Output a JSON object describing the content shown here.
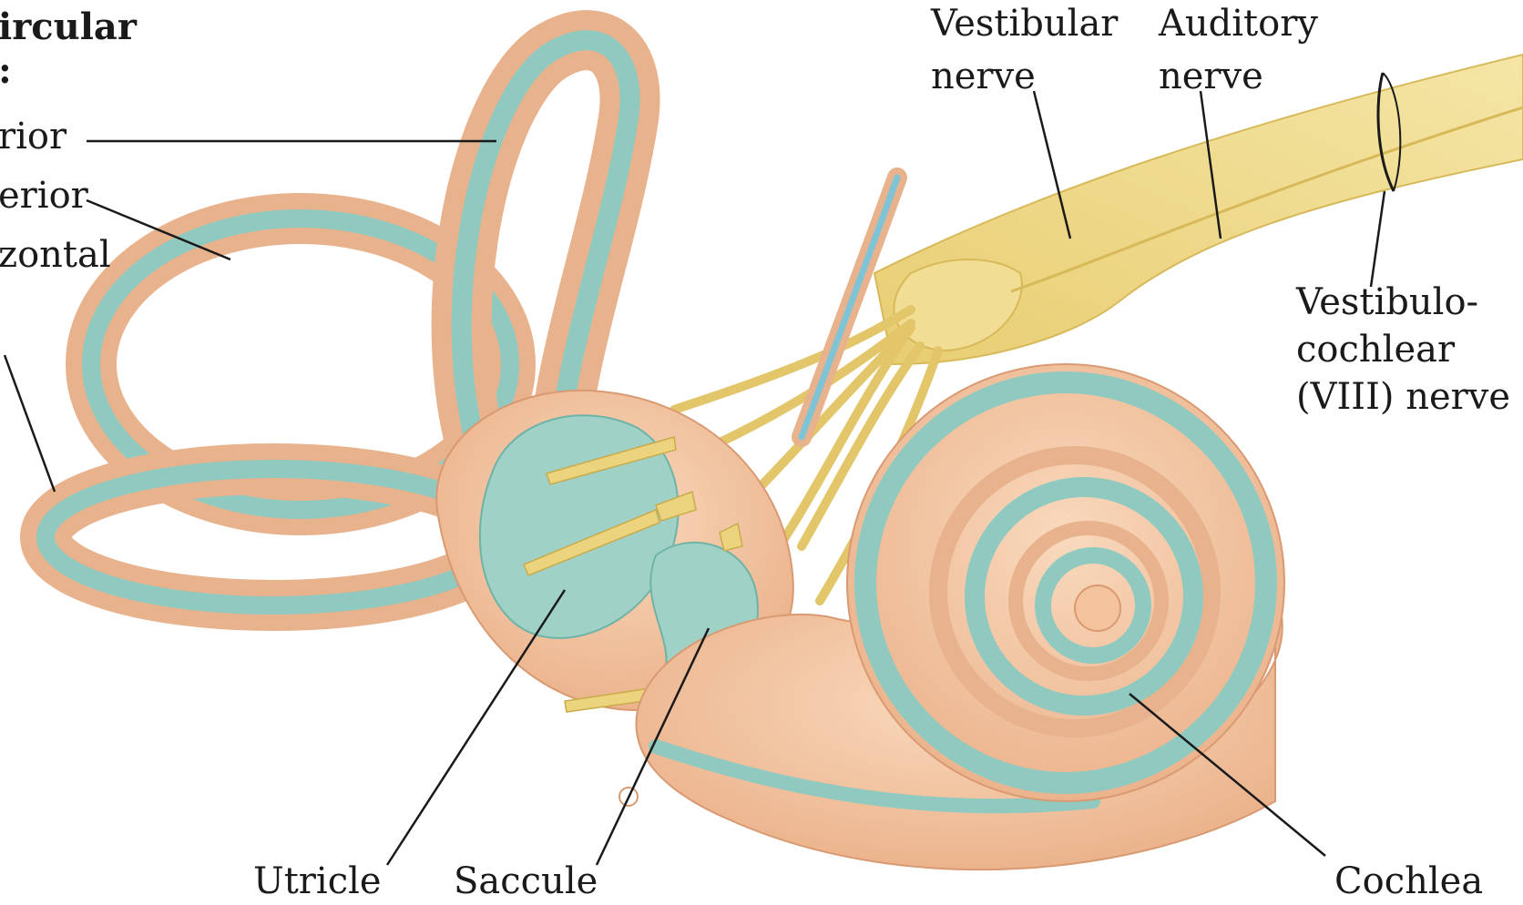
{
  "figure": {
    "colors": {
      "bony_labyrinth": "#f3c39d",
      "membranous_labyrinth": "#8fc9c0",
      "nerve": "#ecd47e",
      "leader_line": "#1a1a1a"
    },
    "canals_heading": "ircular",
    "canals_colon": ":",
    "labels": {
      "anterior": "rior",
      "posterior": "erior",
      "horizontal": "zontal",
      "vestibular_nerve_1": "Vestibular",
      "vestibular_nerve_2": "nerve",
      "auditory_nerve_1": "Auditory",
      "auditory_nerve_2": "nerve",
      "viii_1": "Vestibulo-",
      "viii_2": "cochlear",
      "viii_3": "(VIII) nerve",
      "utricle": "Utricle",
      "saccule": "Saccule",
      "cochlea": "Cochlea"
    }
  }
}
